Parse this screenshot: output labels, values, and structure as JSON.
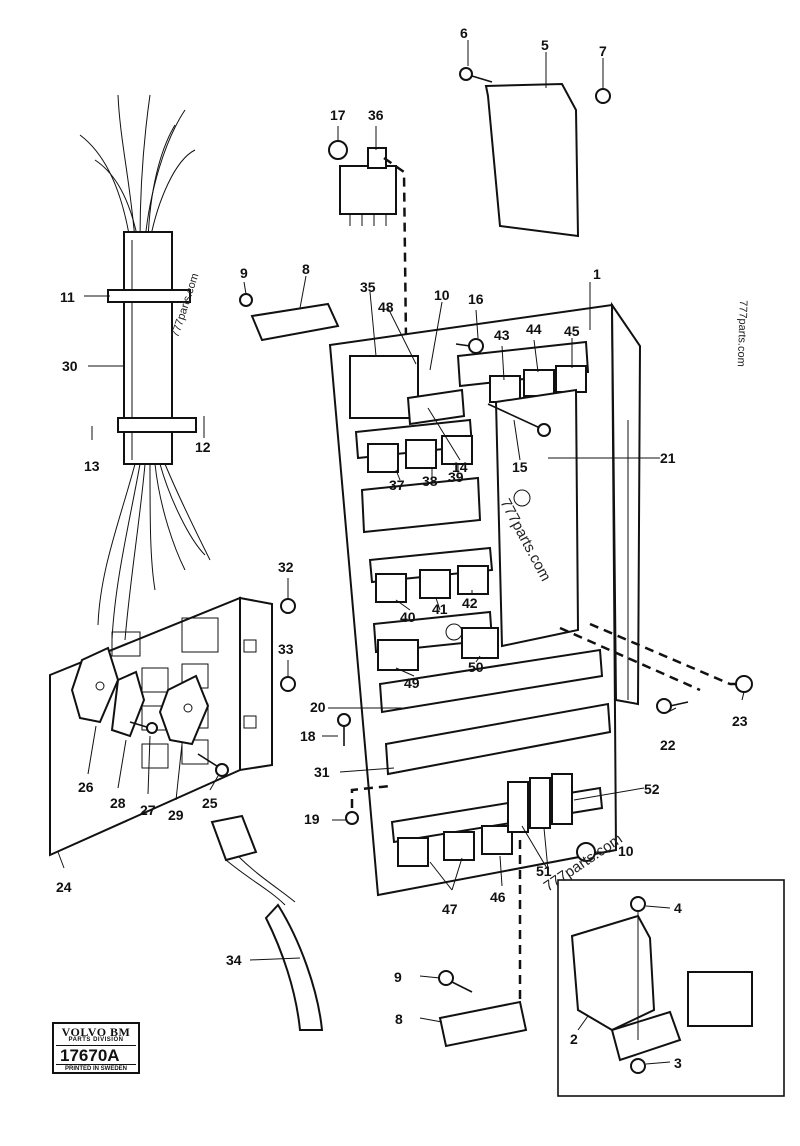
{
  "labels": {
    "l1": "1",
    "l2": "2",
    "l3": "3",
    "l4": "4",
    "l5": "5",
    "l6": "6",
    "l7": "7",
    "l8a": "8",
    "l8b": "8",
    "l9a": "9",
    "l9b": "9",
    "l10a": "10",
    "l10b": "10",
    "l11": "11",
    "l12": "12",
    "l13": "13",
    "l14": "14",
    "l15": "15",
    "l16": "16",
    "l17": "17",
    "l18": "18",
    "l19": "19",
    "l20": "20",
    "l21": "21",
    "l22": "22",
    "l23": "23",
    "l24": "24",
    "l25": "25",
    "l26": "26",
    "l27": "27",
    "l28": "28",
    "l29": "29",
    "l30": "30",
    "l31": "31",
    "l32": "32",
    "l33": "33",
    "l34": "34",
    "l35": "35",
    "l36": "36",
    "l37": "37",
    "l38": "38",
    "l39": "39",
    "l40": "40",
    "l41": "41",
    "l42": "42",
    "l43": "43",
    "l44": "44",
    "l45": "45",
    "l46": "46",
    "l47": "47",
    "l48": "48",
    "l49": "49",
    "l50": "50",
    "l51": "51",
    "l52": "52"
  },
  "watermarks": {
    "w1": "777parts.com",
    "w2": "777parts.com",
    "w3": "777parts.com",
    "w4": "777parts.com"
  },
  "badge": {
    "brand": "VOLVO BM",
    "division": "PARTS DIVISION",
    "number": "17670A",
    "printed": "PRINTED IN SWEDEN"
  }
}
